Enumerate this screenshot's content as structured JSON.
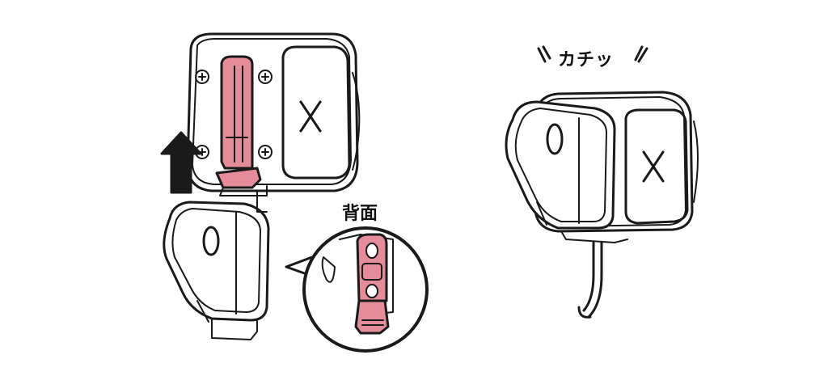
{
  "labels": {
    "back_view": "背面",
    "click_sound": "カチッ"
  },
  "device": {
    "logo_letter": "X"
  },
  "colors": {
    "highlight": "#e48c9a",
    "highlight_stroke": "#1a1a1a",
    "line": "#1a1a1a",
    "background": "#ffffff"
  },
  "icons": [
    "up-arrow-icon",
    "screw-icon",
    "x-logo-icon",
    "magnifier-callout"
  ]
}
